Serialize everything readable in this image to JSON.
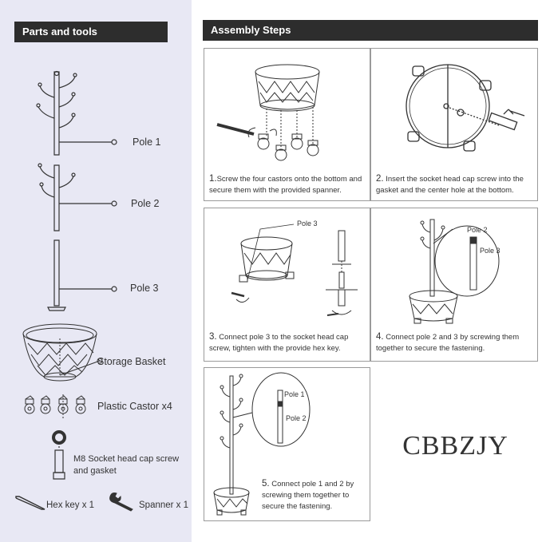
{
  "left_panel": {
    "title": "Parts and tools",
    "parts": {
      "pole1": "Pole 1",
      "pole2": "Pole 2",
      "pole3": "Pole 3",
      "basket": "Storage Basket",
      "castor": "Plastic Castor  x4",
      "screw": "M8 Socket head cap screw and gasket",
      "hexkey": "Hex key x 1",
      "spanner": "Spanner x 1"
    }
  },
  "right_panel": {
    "title": "Assembly Steps",
    "steps": [
      {
        "num": "1.",
        "text": "Screw the four castors onto the bottom and secure them with the provided spanner."
      },
      {
        "num": "2.",
        "text": "Insert the socket head cap screw into the gasket and the center hole at the bottom."
      },
      {
        "num": "3.",
        "text": "Connect pole 3  to the socket head cap screw, tighten with the provide hex key."
      },
      {
        "num": "4.",
        "text": "Connect pole 2 and 3 by screwing them together to secure the fastening."
      },
      {
        "num": "5.",
        "text": "Connect pole 1 and 2 by screwing them together to secure the fastening."
      }
    ],
    "callouts": {
      "step3_pole": "Pole 3",
      "step4_upper": "Pole 2",
      "step4_lower": "Pole 3",
      "step5_upper": "Pole 1",
      "step5_lower": "Pole 2"
    },
    "brand": "CBBZJY"
  }
}
